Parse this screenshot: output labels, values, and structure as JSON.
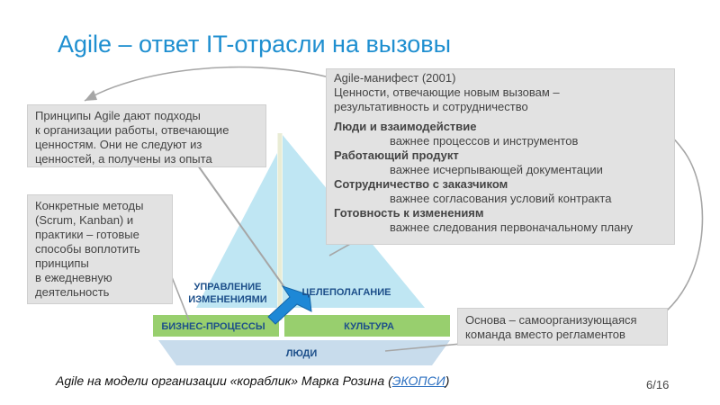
{
  "title": "Agile – ответ IT-отрасли на вызовы",
  "principles_box": [
    "Принципы Agile дают подходы",
    "к организации работы, отвечающие",
    "ценностям. Они не следуют из",
    "ценностей, а получены из опыта"
  ],
  "methods_box": [
    "Конкретные методы",
    "(Scrum, Kanban) и",
    "практики – готовые",
    "способы воплотить",
    "принципы",
    "в ежедневную",
    "деятельность"
  ],
  "manifesto": {
    "header": "Agile-манифест (2001)",
    "intro": [
      "Ценности, отвечающие новым вызовам –",
      "результативность и сотрудничество"
    ],
    "values": [
      {
        "bold": "Люди и взаимодействие",
        "sub": "важнее процессов и инструментов"
      },
      {
        "bold": "Работающий продукт",
        "sub": "важнее исчерпывающей документации"
      },
      {
        "bold": "Сотрудничество с заказчиком",
        "sub": "важнее согласования условий контракта"
      },
      {
        "bold": "Готовность к изменениям",
        "sub": "важнее следования первоначальному плану"
      }
    ]
  },
  "basis_box": [
    "Основа – самоорганизующаяся",
    "команда вместо регламентов"
  ],
  "ship": {
    "sail_left": [
      "УПРАВЛЕНИЕ",
      "ИЗМЕНЕНИЯМИ"
    ],
    "sail_right": "ЦЕЛЕПОЛАГАНИЕ",
    "deck_left": "БИЗНЕС-ПРОЦЕССЫ",
    "deck_right": "КУЛЬТУРА",
    "hull": "ЛЮДИ"
  },
  "footer": {
    "text": "Agile на модели организации «кораблик» Марка Розина (",
    "link": "ЭКОПСИ",
    "close": ")"
  },
  "page": "6/16",
  "colors": {
    "title": "#1f8fd0",
    "sail": "#bfe6f3",
    "deck": "#98cf6e",
    "hull": "#c8dcec",
    "arrow": "#1e88d6"
  }
}
